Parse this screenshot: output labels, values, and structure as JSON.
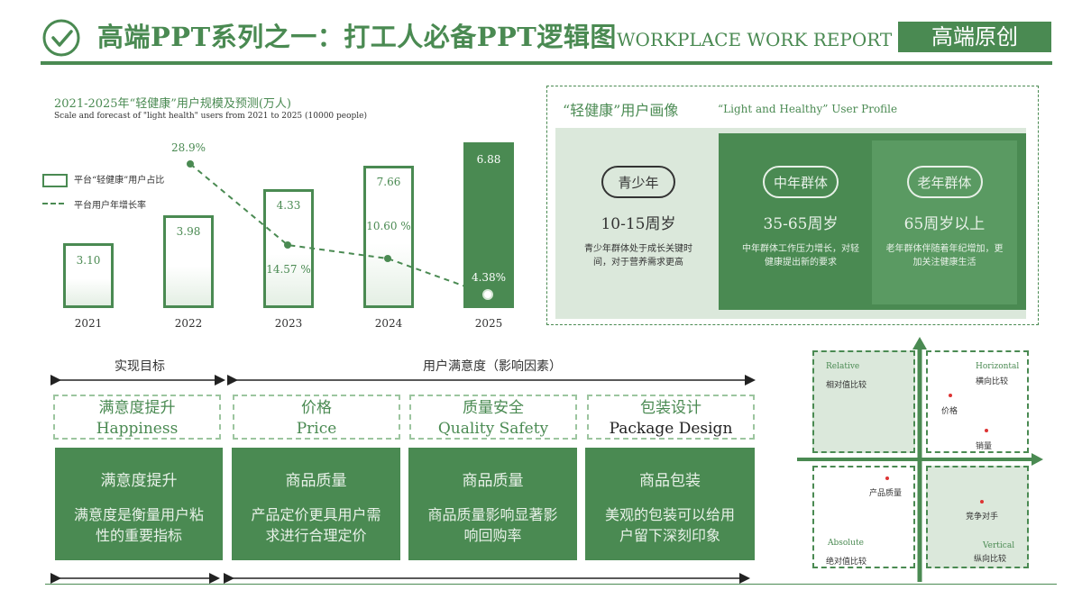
{
  "header": {
    "title": "高端PPT系列之一：打工人必备PPT逻辑图",
    "title_en": "WORKPLACE WORK REPORT",
    "tag": "高端原创",
    "icon": "check-circle-icon"
  },
  "chart_data": {
    "type": "bar",
    "title": "2021-2025年“轻健康”用户规模及预测(万人)",
    "subtitle": "Scale and forecast of \"light health\" users from 2021 to 2025 (10000 people)",
    "categories": [
      "2021",
      "2022",
      "2023",
      "2024",
      "2025"
    ],
    "legend": [
      "平台“轻健康”用户占比",
      "平台用户年增长率"
    ],
    "series": [
      {
        "name": "平台“轻健康”用户占比",
        "type": "bar",
        "values": [
          3.1,
          3.98,
          4.33,
          7.66,
          6.88
        ],
        "labels": [
          "3.10",
          "3.98",
          "4.33",
          "7.66",
          "6.88"
        ]
      },
      {
        "name": "平台用户年增长率",
        "type": "line",
        "values": [
          null,
          28.9,
          14.57,
          10.6,
          4.38
        ],
        "labels": [
          "",
          "28.9%",
          "14.57 %",
          "10.60 %",
          "4.38%"
        ]
      }
    ],
    "accent": "#4a8a52"
  },
  "profile": {
    "title": "“轻健康”用户画像",
    "title_en": "“Light and Healthy” User Profile",
    "cards": [
      {
        "pill": "青少年",
        "age": "10-15周岁",
        "desc": "青少年群体处于成长关键时间，对于营养需求更高"
      },
      {
        "pill": "中年群体",
        "age": "35-65周岁",
        "desc": "中年群体工作压力增长，对轻健康提出新的要求"
      },
      {
        "pill": "老年群体",
        "age": "65周岁以上",
        "desc": "老年群体伴随着年纪增加，更加关注健康生活"
      }
    ]
  },
  "goals": {
    "left_head": "实现目标",
    "right_head": "用户满意度（影响因素）",
    "items": [
      {
        "cn": "满意度提升",
        "en": "Happiness",
        "box_title": "满意度提升",
        "box_desc": "满意度是衡量用户粘性的重要指标"
      },
      {
        "cn": "价格",
        "en": "Price",
        "box_title": "商品质量",
        "box_desc": "产品定价更具用户需求进行合理定价"
      },
      {
        "cn": "质量安全",
        "en": "Quality Safety",
        "box_title": "商品质量",
        "box_desc": "商品质量影响显著影响回购率"
      },
      {
        "cn": "包装设计",
        "en": "Package Design",
        "box_title": "商品包装",
        "box_desc": "美观的包装可以给用户留下深刻印象"
      }
    ]
  },
  "quadrant": {
    "tl_en": "Relative",
    "tl_cn": "相对值比较",
    "tr_en": "Horizontal",
    "tr_cn": "横向比较",
    "bl_en": "Absolute",
    "bl_cn": "绝对值比较",
    "br_en": "Vertical",
    "br_cn": "纵向比较",
    "points": {
      "price": "价格",
      "sales": "销量",
      "quality": "产品质量",
      "competitor": "竞争对手"
    }
  }
}
